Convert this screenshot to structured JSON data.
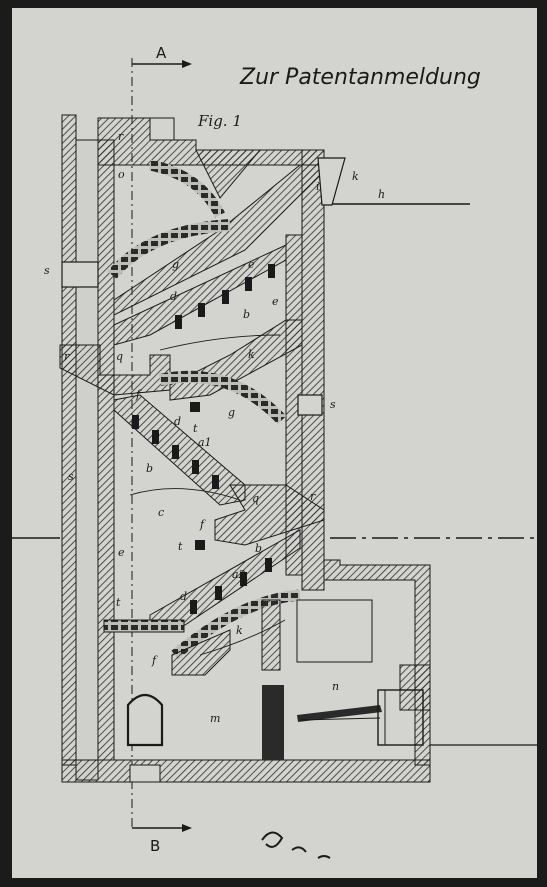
{
  "heading": "Zur Patentanmeldung",
  "figure_label": "Fig. 1",
  "section_top": "A",
  "section_bottom": "B",
  "labels": {
    "o": "o",
    "r": "r",
    "i": "i",
    "k": "k",
    "h": "h",
    "s": "s",
    "g": "g",
    "e": "e",
    "d": "d",
    "b": "b",
    "c": "c",
    "q": "q",
    "f": "f",
    "t": "t",
    "a1": "a1",
    "a2": "a2",
    "m": "m",
    "n": "n"
  },
  "colors": {
    "paper": "#d3d3cf",
    "ink": "#1a1a1a",
    "hatch": "#2a2a2a",
    "border": "#1b1b1b"
  }
}
